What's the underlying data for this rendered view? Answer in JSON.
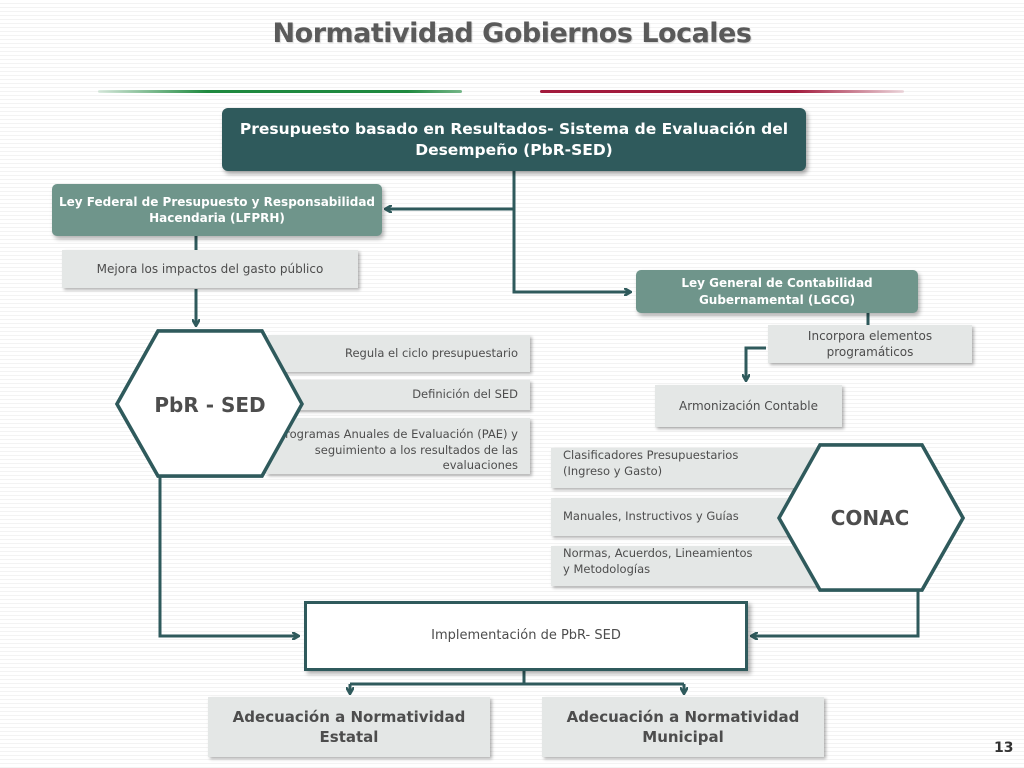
{
  "title": "Normatividad Gobiernos Locales",
  "colors": {
    "dark_teal": "#2f5a5c",
    "sage": "#6f958b",
    "light_grey": "#e4e7e6",
    "green_rule": "#1f8a3f",
    "red_rule": "#a31b3d"
  },
  "top_box": {
    "line1": "Presupuesto basado en Resultados- Sistema de Evaluación del",
    "line2": "Desempeño (PbR-SED)"
  },
  "lfprh": {
    "line1": "Ley Federal de Presupuesto y Responsabilidad",
    "line2": "Hacendaria (LFPRH)"
  },
  "mejora": "Mejora los impactos del gasto público",
  "lgcg": {
    "line1": "Ley General de Contabilidad",
    "line2": "Gubernamental (LGCG)"
  },
  "incorpora": {
    "line1": "Incorpora elementos",
    "line2": "programáticos"
  },
  "armonizacion": "Armonización Contable",
  "pbr_hex": "PbR - SED",
  "pbr_items": {
    "regula": "Regula el ciclo presupuestario",
    "definicion": "Definición del SED",
    "programas": {
      "line1": "Programas Anuales de Evaluación (PAE) y",
      "line2": "seguimiento a los resultados de las",
      "line3": "evaluaciones"
    }
  },
  "conac_hex": "CONAC",
  "conac_items": {
    "clasificadores": {
      "line1": "Clasificadores Presupuestarios",
      "line2": "(Ingreso y Gasto)"
    },
    "manuales": "Manuales, Instructivos y Guías",
    "normas": {
      "line1": "Normas, Acuerdos, Lineamientos",
      "line2": "y Metodologías"
    }
  },
  "implementacion": "Implementación de PbR- SED",
  "estatal": {
    "line1": "Adecuación a Normatividad",
    "line2": "Estatal"
  },
  "municipal": {
    "line1": "Adecuación a Normatividad",
    "line2": "Municipal"
  },
  "page_number": "13"
}
